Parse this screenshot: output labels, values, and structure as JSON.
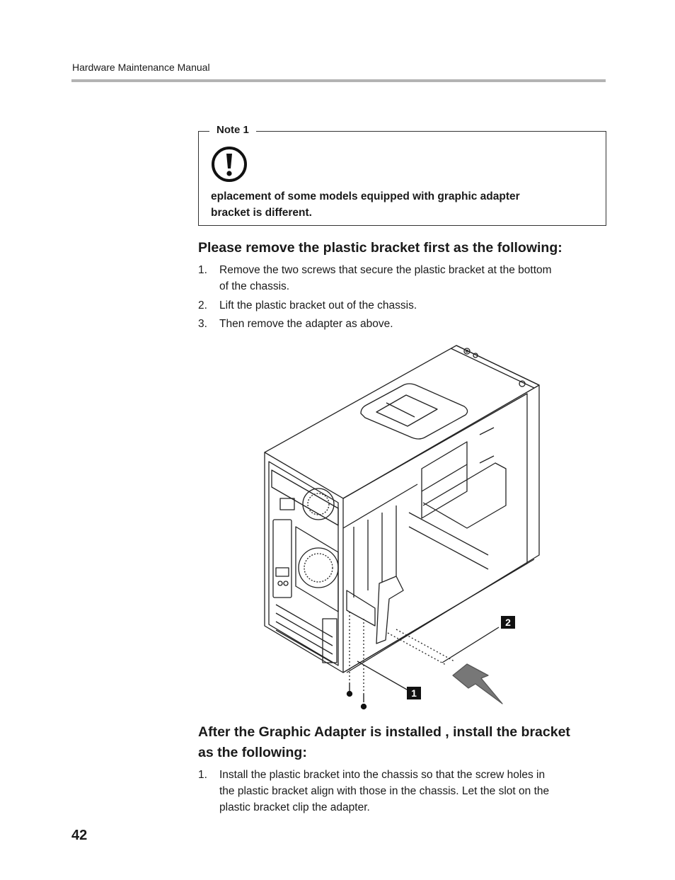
{
  "header": {
    "running_title": "Hardware Maintenance Manual"
  },
  "note": {
    "legend": "Note 1",
    "icon": "exclamation-circle-icon",
    "text_lines": [
      "eplacement of some models equipped with graphic adapter",
      "bracket is different."
    ]
  },
  "section1": {
    "heading": "Please remove the plastic bracket first as the following:",
    "steps": [
      {
        "num": "1.",
        "lines": [
          "Remove the two screws that secure the plastic bracket at the bottom",
          "of the chassis."
        ]
      },
      {
        "num": "2.",
        "lines": [
          "Lift the plastic bracket out of the chassis."
        ]
      },
      {
        "num": "3.",
        "lines": [
          "Then remove the adapter as above."
        ]
      }
    ]
  },
  "figure": {
    "description_icon": "computer-chassis-illustration",
    "callouts": [
      "1",
      "2"
    ]
  },
  "section2": {
    "heading_lines": [
      "After the Graphic Adapter is installed , install the bracket",
      "as the following:"
    ],
    "steps": [
      {
        "num": "1.",
        "lines": [
          "Install the plastic bracket into the chassis so that the screw holes in",
          "the plastic bracket align with those in the chassis. Let the slot on the",
          "plastic bracket clip the adapter."
        ]
      }
    ]
  },
  "footer": {
    "page_number": "42"
  }
}
